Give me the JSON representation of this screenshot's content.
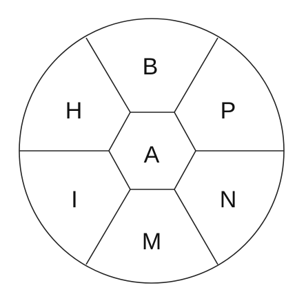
{
  "diagram": {
    "center_label": "A",
    "segments": {
      "top": "B",
      "upper_left": "H",
      "upper_right": "P",
      "lower_left": "I",
      "lower_right": "N",
      "bottom": "M"
    },
    "colors": {
      "stroke": "#222222",
      "text": "#111111",
      "background": "#ffffff"
    }
  }
}
